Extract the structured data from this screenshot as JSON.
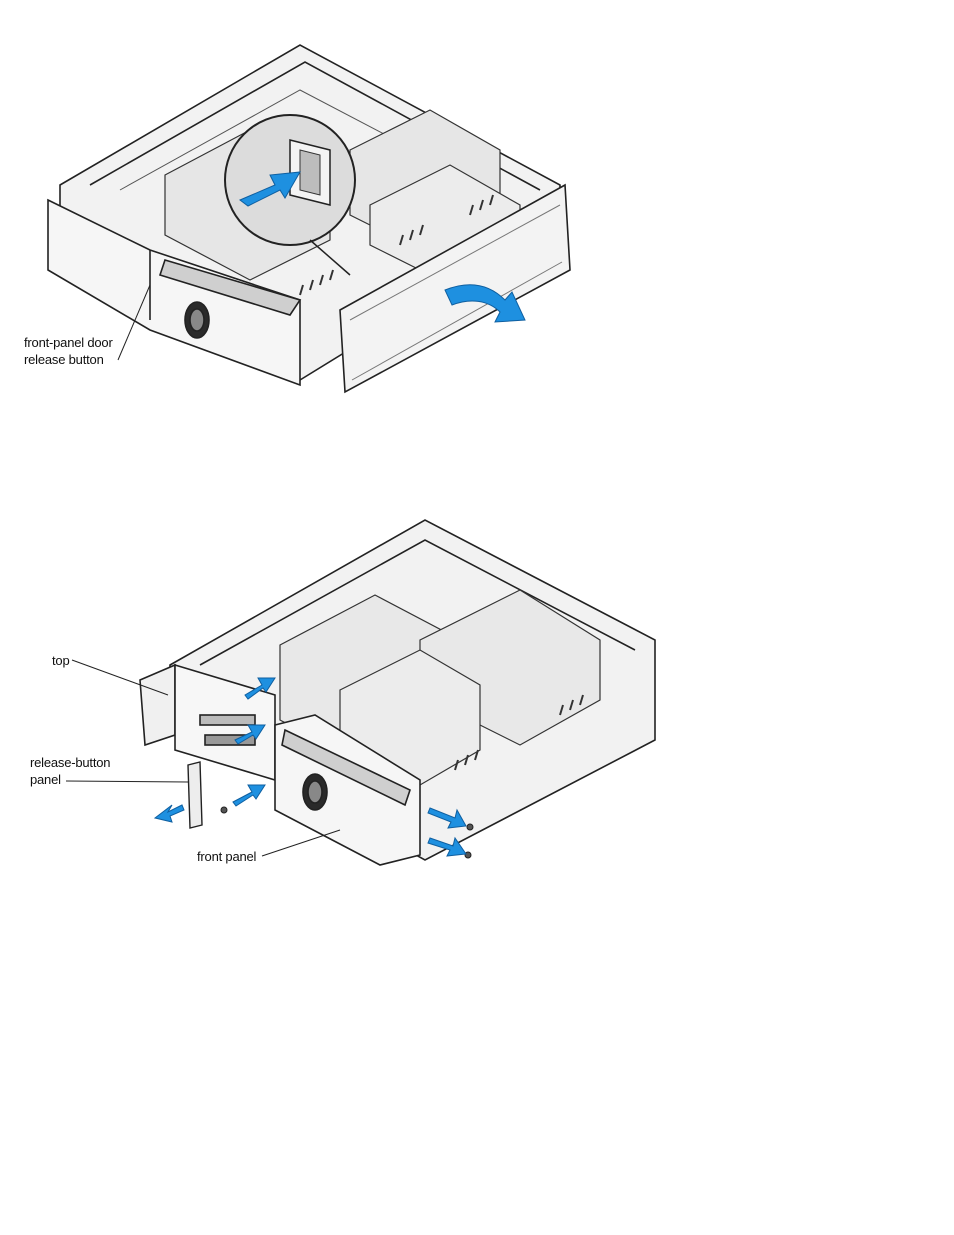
{
  "figure1": {
    "labels": {
      "release_line1": "front-panel door",
      "release_line2": "release button"
    }
  },
  "figure2": {
    "labels": {
      "top": "top",
      "release_panel_line1": "release-button",
      "release_panel_line2": "panel",
      "front_panel": "front panel"
    }
  },
  "colors": {
    "arrow_blue": "#1e90e0",
    "line": "#222222",
    "panel_fill": "#f1f1f1",
    "panel_shade": "#d6d6d6"
  }
}
